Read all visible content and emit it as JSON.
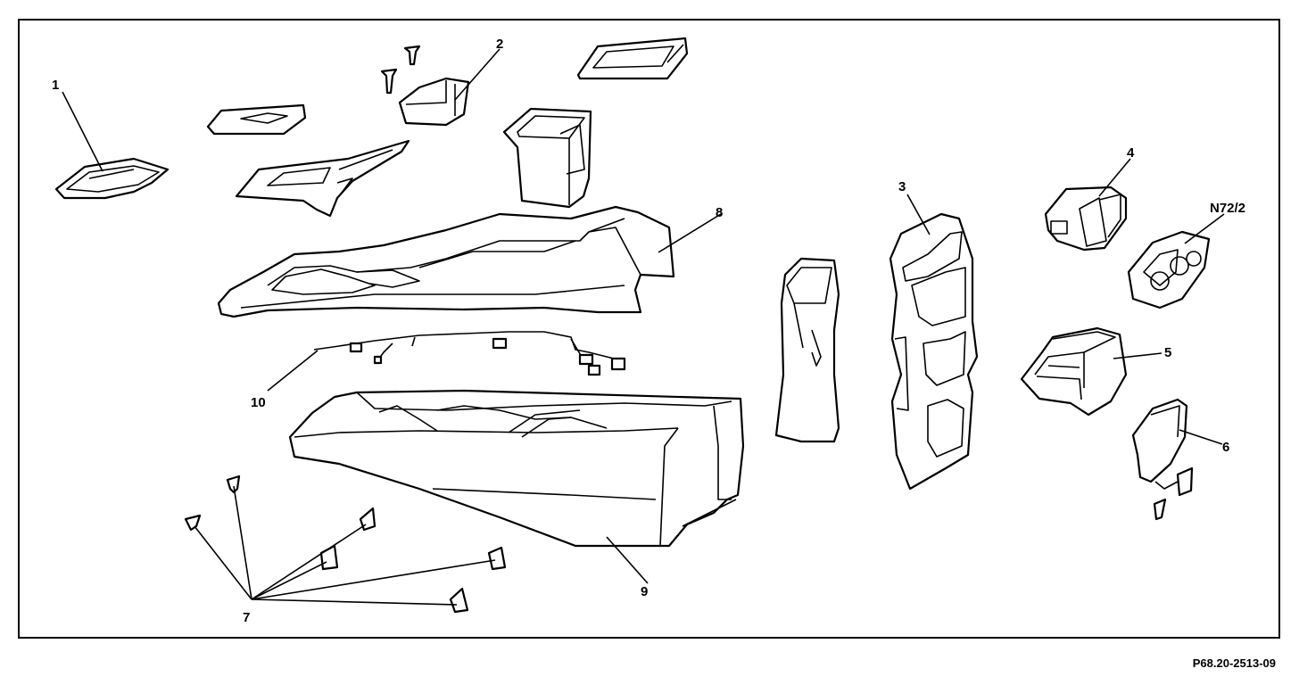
{
  "diagram": {
    "reference_code": "P68.20-2513-09",
    "callouts": {
      "c1": "1",
      "c2": "2",
      "c3": "3",
      "c4": "4",
      "cN72": "N72/2",
      "c5": "5",
      "c6": "6",
      "c7": "7",
      "c8": "8",
      "c9": "9",
      "c10": "10"
    }
  }
}
